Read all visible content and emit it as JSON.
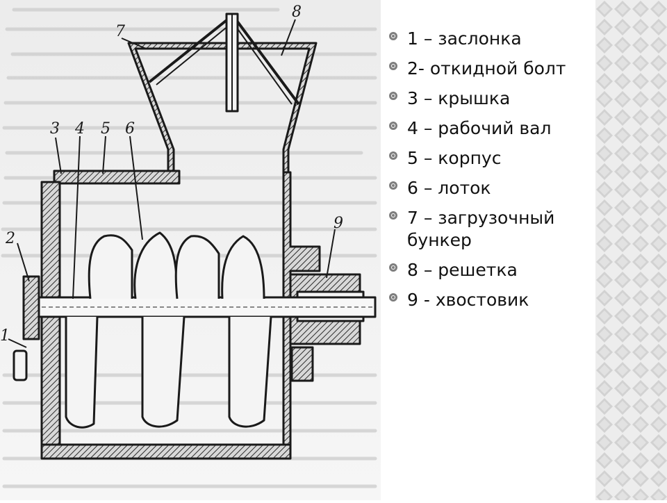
{
  "figure": {
    "callouts": [
      "1",
      "2",
      "3",
      "4",
      "5",
      "6",
      "7",
      "8",
      "9"
    ]
  },
  "legend": {
    "items": [
      "1 – заслонка",
      "2- откидной болт",
      "3 – крышка",
      "4 – рабочий вал",
      "5 – корпус",
      "6 – лоток",
      "7 – загрузочный бункер",
      "8 – решетка",
      "9 - хвостовик"
    ]
  },
  "colors": {
    "bullet": "#7e7e7e",
    "pattern_dark": "#d2d2d2",
    "pattern_light": "#ededed",
    "drawing_ink": "#1a1a1a"
  }
}
